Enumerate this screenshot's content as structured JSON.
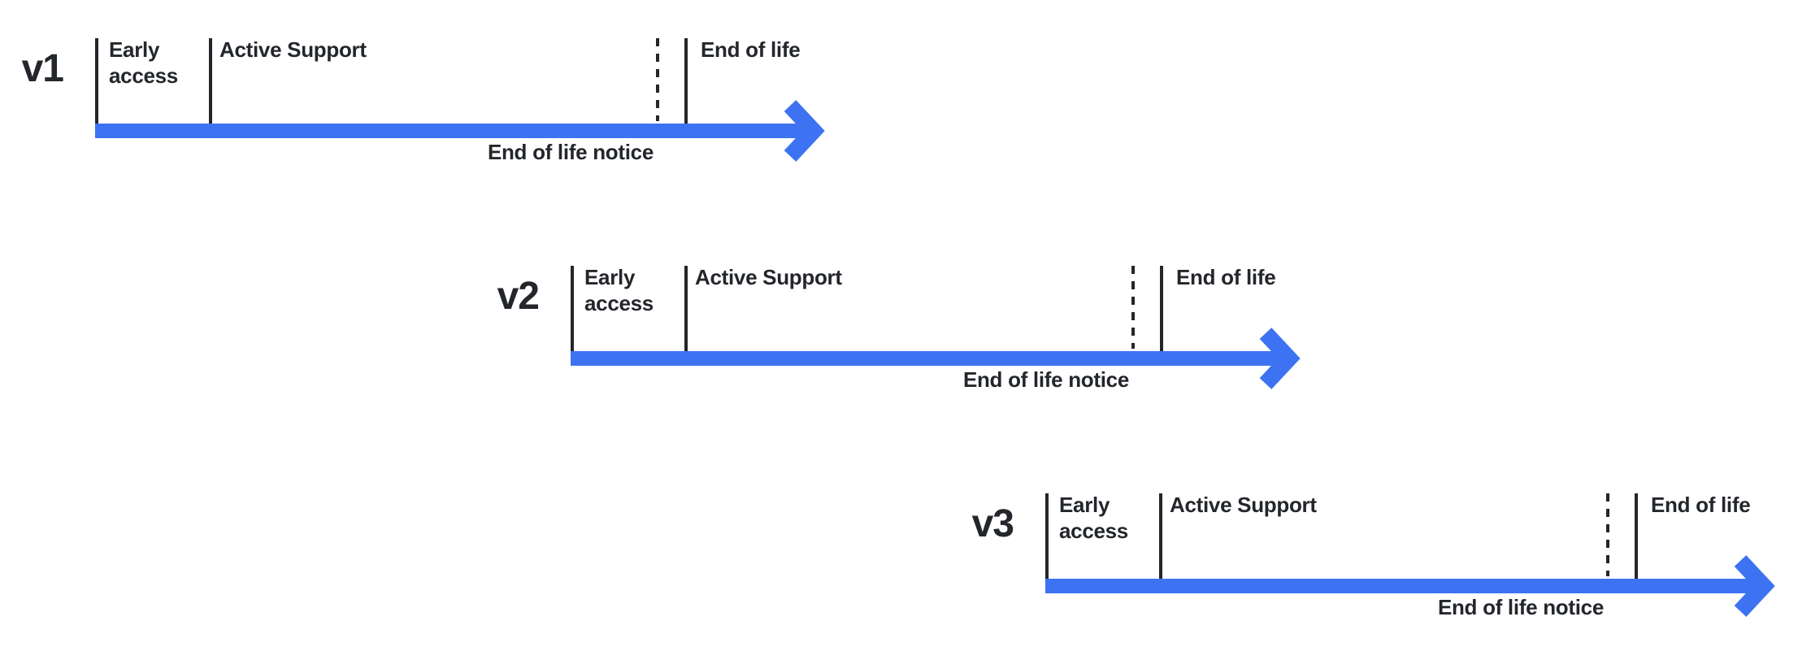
{
  "colors": {
    "arrow": "#3D73F2",
    "text": "#23262B"
  },
  "versions": [
    {
      "label": "v1",
      "phases": {
        "early_access": "Early\naccess",
        "active_support": "Active Support",
        "end_of_life": "End of life"
      },
      "annotation": "End of life notice"
    },
    {
      "label": "v2",
      "phases": {
        "early_access": "Early\naccess",
        "active_support": "Active Support",
        "end_of_life": "End of life"
      },
      "annotation": "End of life notice"
    },
    {
      "label": "v3",
      "phases": {
        "early_access": "Early\naccess",
        "active_support": "Active Support",
        "end_of_life": "End of life"
      },
      "annotation": "End of life notice"
    }
  ]
}
